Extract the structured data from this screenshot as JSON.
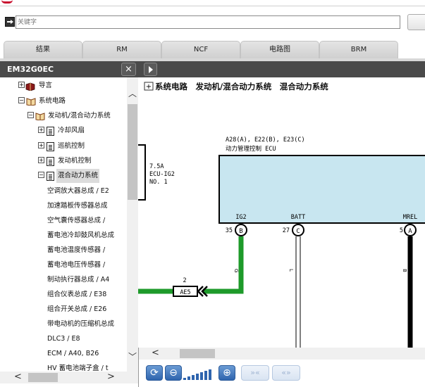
{
  "search": {
    "placeholder": "关键字"
  },
  "tabs": [
    {
      "label": "结果"
    },
    {
      "label": "RM"
    },
    {
      "label": "NCF"
    },
    {
      "label": "电路图"
    },
    {
      "label": "BRM"
    }
  ],
  "sidebar": {
    "title": "EM32G0EC",
    "close_label": "×",
    "tree": [
      {
        "expander": "+",
        "icon": "book-icon",
        "label": "导言"
      },
      {
        "expander": "−",
        "icon": "open-book-icon",
        "label": "系统电路"
      },
      {
        "expander": "−",
        "icon": "open-book-icon",
        "label": "发动机/混合动力系统"
      },
      {
        "expander": "+",
        "icon": "document-icon",
        "label": "冷却风扇"
      },
      {
        "expander": "+",
        "icon": "document-icon",
        "label": "巡航控制"
      },
      {
        "expander": "+",
        "icon": "document-icon",
        "label": "发动机控制"
      },
      {
        "expander": "−",
        "icon": "document-icon",
        "label": "混合动力系统",
        "selected": true
      }
    ],
    "leaves": [
      "空调放大器总成 / E2",
      "加速踏板传感器总成",
      "空气囊传感器总成 /",
      "蓄电池冷却鼓风机总成",
      "蓄电池温度传感器 /",
      "蓄电池电压传感器 /",
      "制动执行器总成 / A4",
      "组合仪表总成 / E38",
      "组合开关总成 / E26",
      "带电动机的压缩机总成",
      "DLC3 / E8",
      "ECM / A40, B26",
      "HV 蓄电池端子盒 / t"
    ]
  },
  "diagram": {
    "breadcrumb_expander": "+",
    "breadcrumb": "系统电路　发动机/混合动力系统　混合动力系统",
    "fuse_label": "7.5A",
    "fuse_name": "ECU-IG2",
    "fuse_no": "NO. 1",
    "ecu_connectors": "A28(A), E22(B), E23(C)",
    "ecu_name": "动力管理控制 ECU",
    "pins": [
      {
        "name": "IG2",
        "number": "35",
        "connector": "B",
        "wire_color": "G"
      },
      {
        "name": "BATT",
        "number": "27",
        "connector": "C",
        "wire_color": "L"
      },
      {
        "name": "MREL",
        "number": "5",
        "connector": "A",
        "wire_color": "B"
      }
    ],
    "junction_number": "2",
    "junction_name": "AE5",
    "colors": {
      "ecu_fill": "#c8e6f0",
      "green_wire": "#1e9a2a",
      "black_wire": "#000000"
    }
  },
  "toolbar": {
    "buttons": [
      "refresh-icon",
      "zoom-out-icon",
      "zoom-in-icon",
      "skip-forward-icon",
      "skip-back-icon"
    ],
    "zoom_level_steps": 7,
    "zoom_level_active": 7
  }
}
